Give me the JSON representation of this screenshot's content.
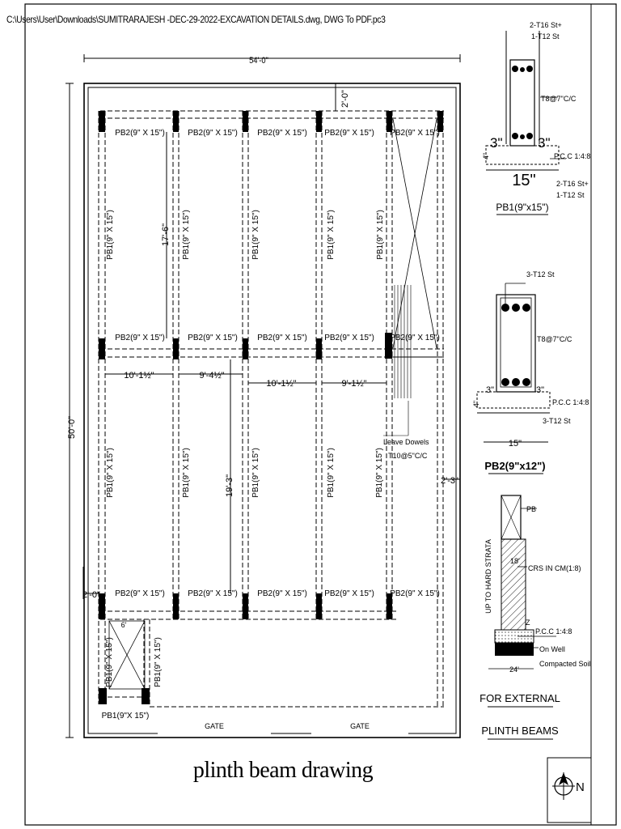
{
  "header": {
    "file_path": "C:\\Users\\User\\Downloads\\SUMITRARAJESH -DEC-29-2022-EXCAVATION DETAILS.dwg, DWG To PDF.pc3"
  },
  "title": "plinth beam drawing",
  "plan": {
    "dim_width": "54'-0\"",
    "dim_height": "50'-0\"",
    "dim_top_gap": "2'-0\"",
    "dim_left_gap": "2'-0\"",
    "dim_right_gap": "2'-3\"",
    "dim_upper_span": "17'-6\"",
    "dim_lower_span": "19'-3\"",
    "bay_dims": [
      "10'-1½\"",
      "9'-4½\"",
      "10'-1½\"",
      "9'-1½\""
    ],
    "pb2_label": "PB2(9\" X 15\")",
    "pb1_label": "PB1(9\" X 15\")",
    "pb1_short": "PB1(9\" X 15\")",
    "pb1_bottom": "PB1(9\"X 15\")",
    "small_dim": "6'",
    "gate_label": "GATE",
    "dowels_line1": "Leave Dowels",
    "dowels_line2": "T10@5\"C/C"
  },
  "section_pb1": {
    "top_bars": "2-T16 St+",
    "top_bars2": "1-T12  St",
    "stirrups": "T8@7\"C/C",
    "dim_left": "3\"",
    "dim_right": "3\"",
    "dim_depth": "4\"",
    "pcc": "P.C.C 1:4:8",
    "bottom_bars": "2-T16 St+",
    "bottom_bars2": "1-T12  St",
    "width": "15\"",
    "caption": "PB1(9\"x15\")"
  },
  "section_pb2": {
    "top_bars": "3-T12 St",
    "stirrups": "T8@7\"C/C",
    "dim_left": "3\"",
    "dim_right": "3\"",
    "dim_depth": "4\"",
    "pcc": "P.C.C 1:4:8",
    "bottom_bars": "3-T12 St",
    "width": "15\"",
    "caption": "PB2(9\"x12\")"
  },
  "external_detail": {
    "pb": "PB",
    "crs": "CRS IN CM(1:8)",
    "upto": "UP TO HARD STRATA",
    "pcc": "P.C.C 1:4:8",
    "z": "Z",
    "on_well": "On Well",
    "compacted": "Compacted Soil",
    "width": "24'",
    "offset": "18'",
    "caption1": "FOR EXTERNAL",
    "caption2": "PLINTH BEAMS"
  },
  "north_label": "N"
}
